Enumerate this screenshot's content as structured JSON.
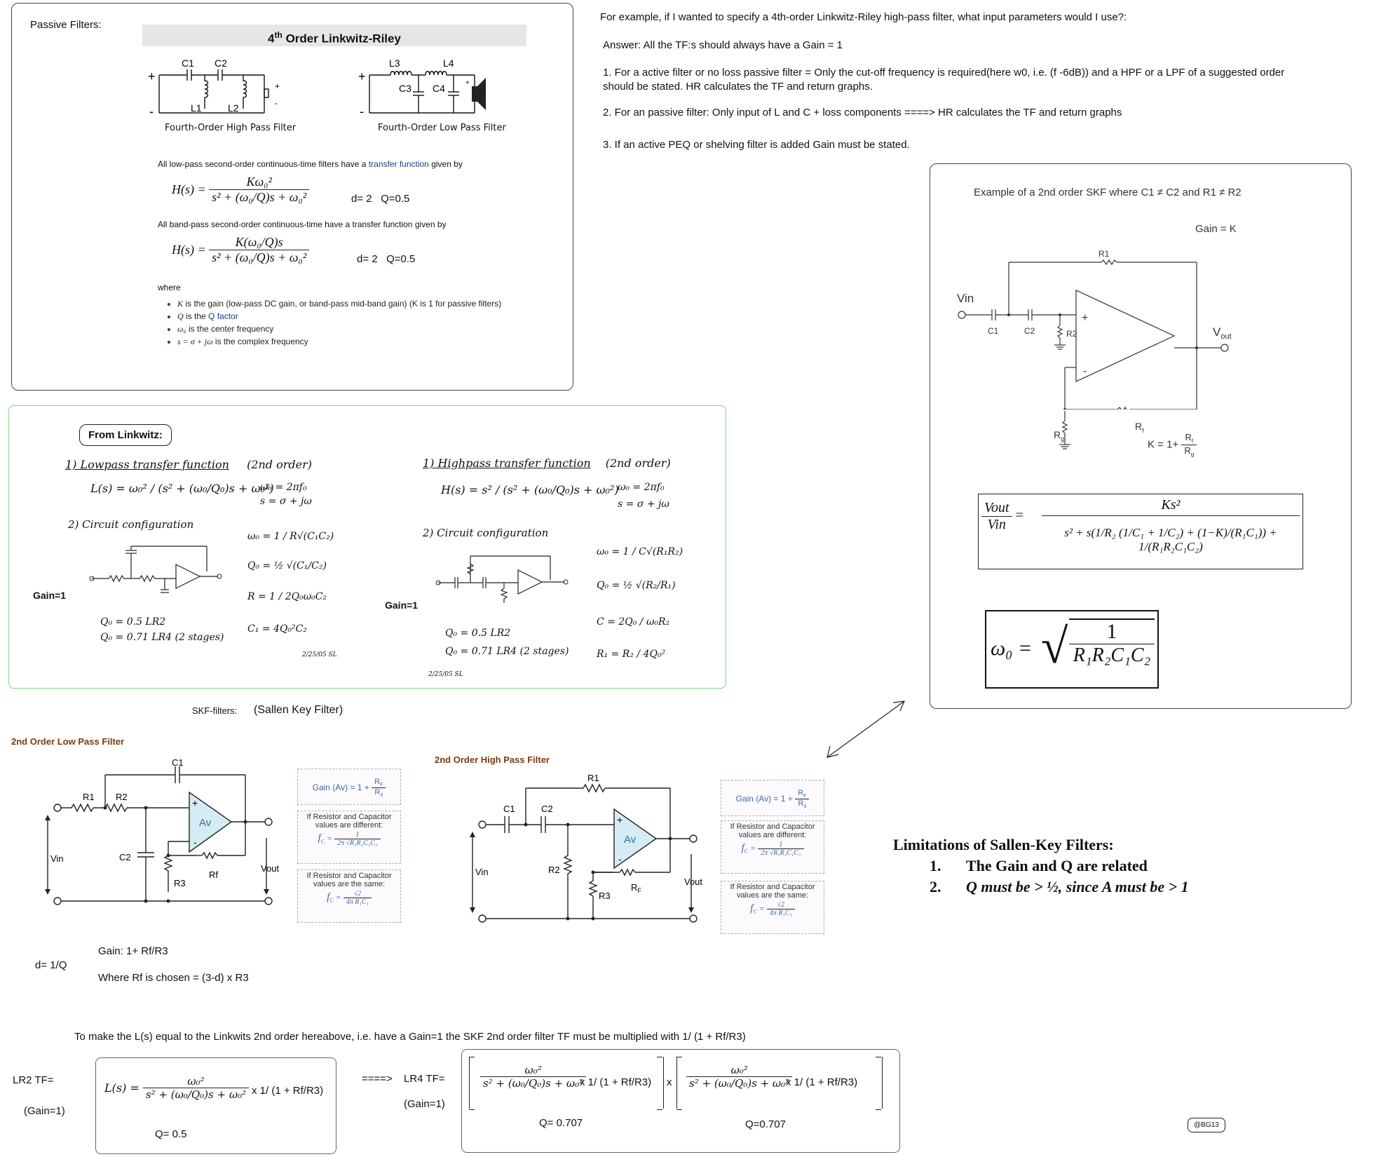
{
  "passive": {
    "label": "Passive Filters:",
    "title_order": "4",
    "title_sup": "th",
    "title_rest": " Order Linkwitz-Riley",
    "hp_caption": "Fourth-Order High Pass Filter",
    "lp_caption": "Fourth-Order Low Pass Filter",
    "hp_labels": [
      "C1",
      "C2",
      "L1",
      "L2"
    ],
    "lp_labels": [
      "L3",
      "L4",
      "C3",
      "C4"
    ],
    "lp_text_pre": "All low-pass second-order continuous-time filters have a ",
    "lp_text_link": "transfer function",
    "lp_text_post": " given by",
    "lp_eq_lhs": "H(s) =",
    "lp_eq_num": "Kω₀²",
    "lp_eq_den": "s² + (ω₀/Q)s + ω₀²",
    "lp_params": "d= 2   Q=0.5",
    "bp_text": "All band-pass second-order continuous-time have a transfer function given by",
    "bp_eq_lhs": "H(s) =",
    "bp_eq_num": "K(ω₀/Q)s",
    "bp_eq_den": "s² + (ω₀/Q)s + ω₀²",
    "bp_params": "d= 2   Q=0.5",
    "where": "where",
    "bullets": [
      {
        "pre": "K",
        "text": " is the gain (low-pass DC gain, or band-pass mid-band gain) (K is 1 for passive filters)"
      },
      {
        "pre": "Q",
        "text": " is the ",
        "link": "Q factor"
      },
      {
        "pre": "ω₀",
        "text": " is the center frequency"
      },
      {
        "pre": "s = σ + jω",
        "text": " is the complex frequency"
      }
    ]
  },
  "question": {
    "q": "For example, if I wanted to specify a 4th-order Linkwitz-Riley high-pass filter, what input parameters would I use?:",
    "answer": "Answer: All the TF:s should always have a Gain = 1",
    "p1": "1.  For a active filter or no loss passive filter = Only the cut-off frequency is required(here w0, i.e. (f -6dB))  and a HPF or a LPF of a suggested order should be stated.   HR calculates the TF and  return graphs.",
    "p2": "2. For an passive filter: Only input of  L and C + loss  components ====> HR calculates the TF and  return graphs",
    "p3": "3. If an active PEQ or shelving filter is added Gain must be stated."
  },
  "skf_example": {
    "title": "Example of a 2nd order SKF where C1 ≠ C2 and R1 ≠ R2",
    "gain": "Gain = K",
    "labels": {
      "vin": "Vin",
      "vout": "V",
      "vout_sub": "out",
      "r1": "R1",
      "c1": "C1",
      "c2": "C2",
      "r2": "R2",
      "rf": "R",
      "rf_sub": "f",
      "rg": "R",
      "rg_sub": "g",
      "plus": "+",
      "minus": "-"
    },
    "k_formula": "K = 1+",
    "k_num": "R",
    "k_num_sub": "f",
    "k_den": "R",
    "k_den_sub": "g",
    "tf_lhs_num": "Vout",
    "tf_lhs_den": "Vin",
    "tf_num": "Ks²",
    "tf_den": "s² + s(1/R₂ (1/C₁ + 1/C₂) + (1−K)/(R₁C₁)) + 1/(R₁R₂C₁C₂)",
    "w0_lhs": "ω₀ =",
    "w0_num": "1",
    "w0_den": "R₁R₂C₁C₂"
  },
  "linkwitz": {
    "label": "From Linkwitz:",
    "gain_left": "Gain=1",
    "gain_right": "Gain=1",
    "lp": {
      "h1": "1) Lowpass transfer function",
      "h1b": "(2nd order)",
      "eq": "L(s) = ω₀² / (s² + (ω₀/Q₀)s + ω₀²)",
      "w": "ω₀ = 2πf₀",
      "s": "s = σ + jω",
      "h2": "2) Circuit configuration",
      "f1": "ω₀ = 1 / R√(C₁C₂)",
      "f2": "Q₀ = ½ √(C₁/C₂)",
      "f3": "R = 1 / 2Q₀ω₀C₂",
      "f4": "C₁ = 4Q₀²C₂",
      "q1": "Q₀ = 0.5  LR2",
      "q2": "Q₀ = 0.71  LR4  (2 stages)",
      "date": "2/25/05 SL"
    },
    "hp": {
      "h1": "1) Highpass transfer function",
      "h1b": "(2nd order)",
      "eq": "H(s) = s² / (s² + (ω₀/Q₀)s + ω₀²)",
      "w": "ω₀ = 2πf₀",
      "s": "s = σ + jω",
      "h2": "2) Circuit configuration",
      "f1": "ω₀ = 1 / C√(R₁R₂)",
      "f2": "Q₀ = ½ √(R₂/R₁)",
      "f3": "C = 2Q₀ / ω₀R₂",
      "f4": "R₁ = R₂ / 4Q₀²",
      "q1": "Q₀ = 0.5  LR2",
      "q2": "Q₀ = 0.71  LR4  (2 stages)",
      "date": "2/25/05 SL"
    }
  },
  "skf": {
    "label": "SKF-filters:",
    "sublabel": "(Sallen Key Filter)",
    "lp_title": "2nd Order Low Pass Filter",
    "hp_title": "2nd Order High Pass Filter",
    "lp_labels": {
      "c1": "C1",
      "r1": "R1",
      "r2": "R2",
      "c2": "C2",
      "r3": "R3",
      "rf": "Rf",
      "vin": "Vin",
      "vout": "Vout",
      "av": "Av"
    },
    "hp_labels": {
      "r1": "R1",
      "c1": "C1",
      "c2": "C2",
      "r2": "R2",
      "r3": "R3",
      "rf": "R",
      "rf_sub": "F",
      "vin": "Vin",
      "vout": "Vout",
      "av": "Av"
    },
    "gain_box": "Gain (Av) = 1 +",
    "gain_num": "R",
    "gain_num_sub": "F",
    "gain_den": "R",
    "gain_den_sub": "3",
    "diff_text": "If Resistor and Capacitor values are different:",
    "diff_fc": "f",
    "diff_fc_sub": "C",
    "diff_num": "1",
    "diff_den": "2π √R₁R₂C₁C₂",
    "same_text": "If Resistor and Capacitor values are the same:",
    "same_num": "√2",
    "same_den": "4π R₁C₁",
    "gain_note": "Gain: 1+ Rf/R3",
    "d_note": "d= 1/Q",
    "rf_note": "Where Rf is chosen = (3-d) x R3"
  },
  "limits": {
    "title": "Limitations of Sallen-Key Filters:",
    "items": [
      {
        "n": "1.",
        "text": "The Gain and Q are related"
      },
      {
        "n": "2.",
        "text": "Q must be > ½, since A must be > 1"
      }
    ]
  },
  "bottom": {
    "note": "To make the L(s) equal to the Linkwits 2nd order hereabove, i.e. have a Gain=1 the SKF 2nd order filter TF must be multiplied with 1/ (1 + Rf/R3)",
    "lr2_label": "LR2 TF=",
    "lr2_gain": "(Gain=1)",
    "lr2_lhs": "L(s) =",
    "lr2_num": "ω₀²",
    "lr2_den": "s² + (ω₀/Q₀)s + ω₀²",
    "mult": "x 1/ (1 + Rf/R3)",
    "lr2_q": "Q= 0.5",
    "arrow": "====>",
    "lr4_label": "LR4 TF=",
    "lr4_gain": "(Gain=1)",
    "lr4_x": "x",
    "lr4_q1": "Q= 0.707",
    "lr4_q2": "Q=0.707",
    "badge": "@BG13"
  }
}
